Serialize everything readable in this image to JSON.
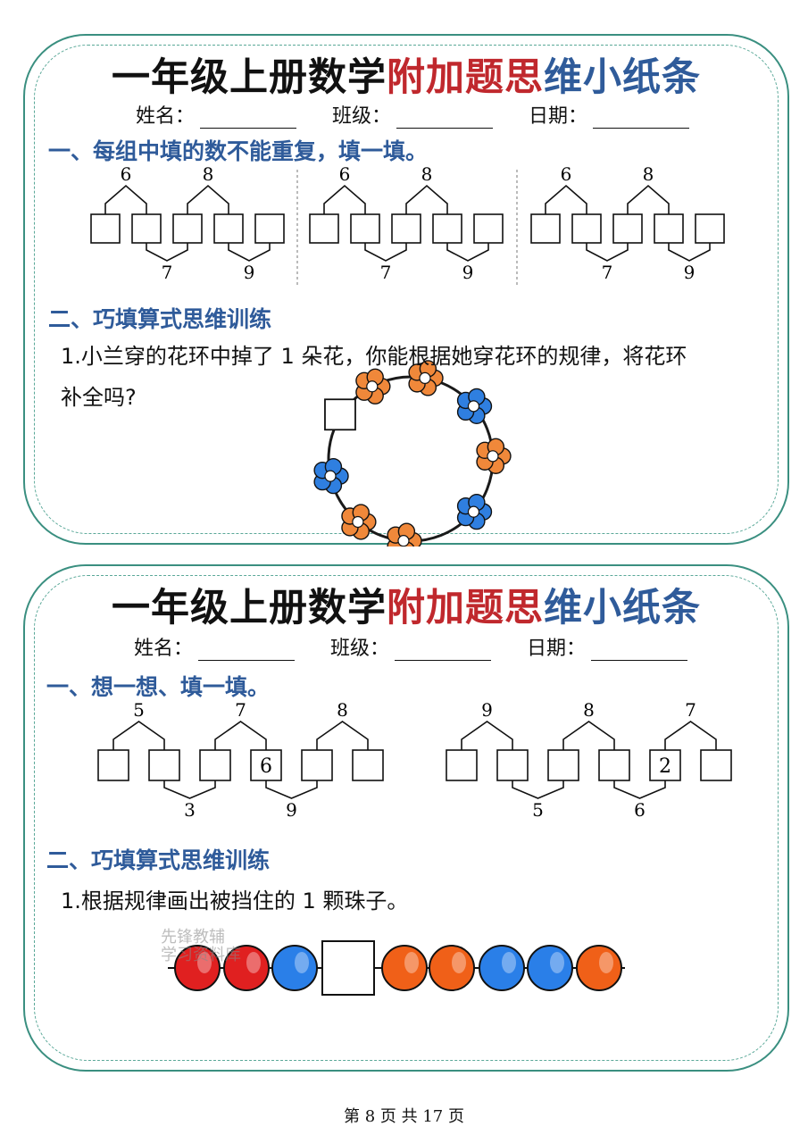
{
  "colors": {
    "frame": "#3a8f80",
    "title_red": "#c0282d",
    "title_blue": "#2f5b9a",
    "section": "#2f5b9a",
    "flower_orange": "#f0883a",
    "flower_blue": "#2f7fe0",
    "bead_red": "#e02020",
    "bead_blue": "#2a7fe8",
    "bead_orange": "#f06018"
  },
  "card1": {
    "title_black": "一年级上册数学",
    "title_red": "附加题思",
    "title_blue": "维小纸条",
    "name_label": "姓名：",
    "class_label": "班级：",
    "date_label": "日期：",
    "sec1": "一、每组中填的数不能重复，填一填。",
    "puzzles": [
      {
        "top": [
          "6",
          "8"
        ],
        "bottom": [
          "7",
          "9"
        ]
      },
      {
        "top": [
          "6",
          "8"
        ],
        "bottom": [
          "7",
          "9"
        ]
      },
      {
        "top": [
          "6",
          "8"
        ],
        "bottom": [
          "7",
          "9"
        ]
      }
    ],
    "sec2": "二、巧填算式思维训练",
    "q1_line1": "1.小兰穿的花环中掉了 1 朵花，你能根据她穿花环的规律，将花环",
    "q1_line2": "补全吗?",
    "wreath_pattern": [
      "orange",
      "orange",
      "blue",
      "orange",
      "blue",
      "orange",
      "orange",
      "blue",
      "missing"
    ]
  },
  "card2": {
    "title_black": "一年级上册数学",
    "title_red": "附加题思",
    "title_blue": "维小纸条",
    "name_label": "姓名：",
    "class_label": "班级：",
    "date_label": "日期：",
    "sec1": "一、想一想、填一填。",
    "puzzleA": {
      "top": [
        "5",
        "7",
        "8"
      ],
      "bottom": [
        "3",
        "9"
      ],
      "box4": "6"
    },
    "puzzleB": {
      "top": [
        "9",
        "8",
        "7"
      ],
      "bottom": [
        "5",
        "6"
      ],
      "box5": "2"
    },
    "sec2": "二、巧填算式思维训练",
    "q1": "1.根据规律画出被挡住的 1 颗珠子。",
    "beads": [
      "red",
      "red",
      "blue",
      "missing",
      "orange",
      "orange",
      "blue",
      "blue",
      "orange"
    ],
    "watermark1": "先锋教辅",
    "watermark2": "学习资料库"
  },
  "footer": "第 8 页 共 17 页"
}
